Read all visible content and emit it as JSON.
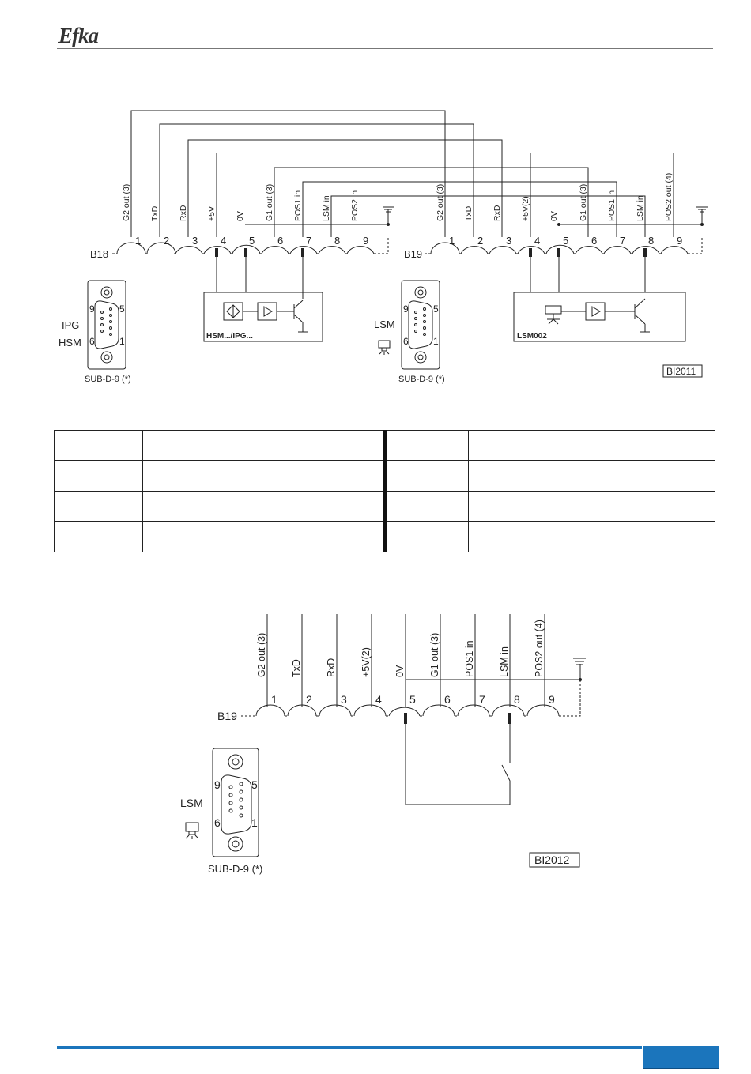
{
  "header": {
    "logo_text": "Efka"
  },
  "diagram_1": {
    "figure_id": "BI2011",
    "connectors": [
      {
        "name": "B18",
        "pins": [
          "1",
          "2",
          "3",
          "4",
          "5",
          "6",
          "7",
          "8",
          "9"
        ],
        "signals": [
          "G2 out (3)",
          "TxD",
          "RxD",
          "+5V",
          "0V",
          "G1 out (3)",
          "POS1 in",
          "LSM in",
          "POS2 in"
        ],
        "device_labels": [
          "IPG",
          "HSM"
        ],
        "plug_pins": {
          "top_left": "9",
          "top_right": "5",
          "bottom_left": "6",
          "bottom_right": "1"
        },
        "plug_caption": "SUB-D-9 (*)",
        "module_label": "HSM.../IPG..."
      },
      {
        "name": "B19",
        "pins": [
          "1",
          "2",
          "3",
          "4",
          "5",
          "6",
          "7",
          "8",
          "9"
        ],
        "signals": [
          "G2 out (3)",
          "TxD",
          "RxD",
          "+5V(2)",
          "0V",
          "G1 out (3)",
          "POS1 in",
          "LSM in",
          "POS2 out (4)"
        ],
        "device_labels": [
          "LSM"
        ],
        "plug_pins": {
          "top_left": "9",
          "top_right": "5",
          "bottom_left": "6",
          "bottom_right": "1"
        },
        "plug_caption": "SUB-D-9 (*)",
        "module_label": "LSM002"
      }
    ]
  },
  "pin_table": {
    "rows": 5,
    "columns": 4
  },
  "diagram_2": {
    "figure_id": "BI2012",
    "connector": "B19",
    "pins": [
      "1",
      "2",
      "3",
      "4",
      "5",
      "6",
      "7",
      "8",
      "9"
    ],
    "signals": [
      "G2 out (3)",
      "TxD",
      "RxD",
      "+5V(2)",
      "0V",
      "G1 out (3)",
      "POS1 in",
      "LSM in",
      "POS2 out (4)"
    ],
    "device_label": "LSM",
    "plug_pins": {
      "top_left": "9",
      "top_right": "5",
      "bottom_left": "6",
      "bottom_right": "1"
    },
    "plug_caption": "SUB-D-9 (*)"
  },
  "colors": {
    "footer_accent": "#1b75bc",
    "line": "#222222"
  }
}
